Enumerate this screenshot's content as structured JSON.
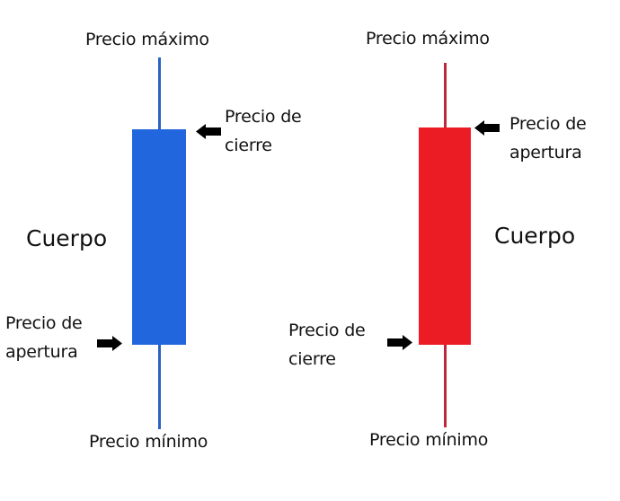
{
  "colors": {
    "bullish_body": "#2266dd",
    "bullish_wick": "#2a62c0",
    "bearish_body": "#ec1c24",
    "bearish_wick": "#c0283a",
    "arrow": "#000000",
    "text": "#111111",
    "background": "#ffffff"
  },
  "bullish_candle": {
    "high_label": "Precio máximo",
    "low_label": "Precio mínimo",
    "body_label": "Cuerpo",
    "top_edge_label": {
      "line1": "Precio de",
      "line2": "cierre"
    },
    "bottom_edge_label": {
      "line1": "Precio de",
      "line2": "apertura"
    }
  },
  "bearish_candle": {
    "high_label": "Precio máximo",
    "low_label": "Precio mínimo",
    "body_label": "Cuerpo",
    "top_edge_label": {
      "line1": "Precio de",
      "line2": "apertura"
    },
    "bottom_edge_label": {
      "line1": "Precio de",
      "line2": "cierre"
    }
  }
}
